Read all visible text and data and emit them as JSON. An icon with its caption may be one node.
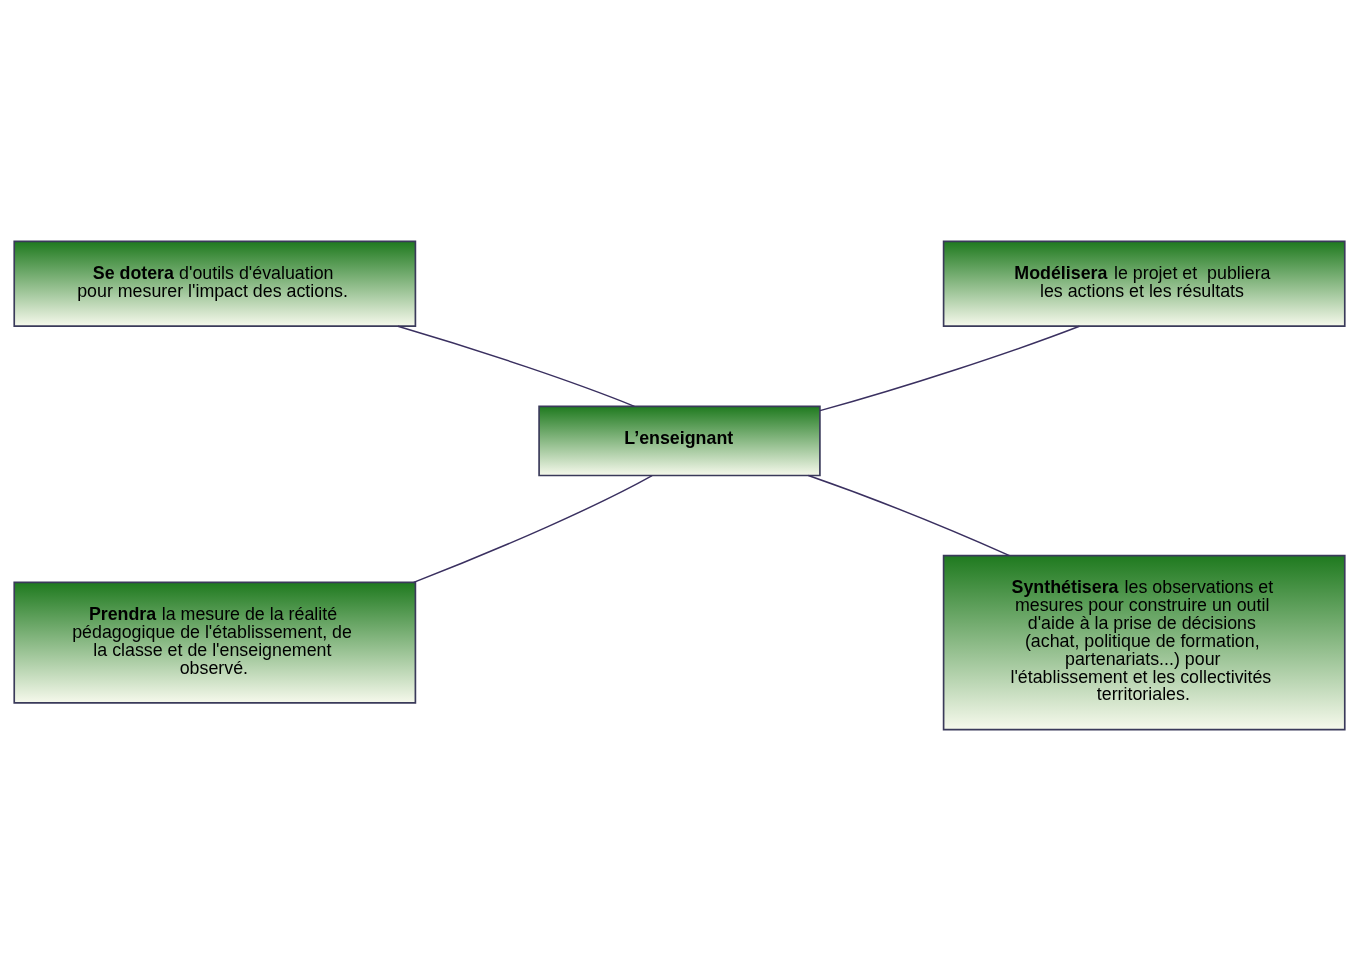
{
  "diagram": {
    "nodes": [
      {
        "text": [
          "**L’enseignant**"
        ]
      },
      {
        "text": [
          "**Se dotera** d'outils d'évaluation pour mesurer l'impact des actions."
        ]
      },
      {
        "text": [
          "**Modélisera** le projet et  publiera les actions et les résultats"
        ]
      },
      {
        "text": [
          "**Prendra** la mesure de la réalité pédagogique de l'établissement, de la classe et de l'enseignement observé."
        ]
      },
      {
        "text": [
          "**Synthétisera** les observations et mesures pour construire un outil d'aide à la prise de décisions (achat, politique de formation, partenariats...) pour l'établissement et les collectivités territoriales."
        ]
      }
    ],
    "edges": [
      {
        "from": 0,
        "to": 1,
        "arrow": "none"
      },
      {
        "from": 0,
        "to": 2,
        "arrow": "none"
      },
      {
        "from": 0,
        "to": 3,
        "arrow": "none"
      },
      {
        "from": 0,
        "to": 4,
        "arrow": "none"
      }
    ]
  }
}
